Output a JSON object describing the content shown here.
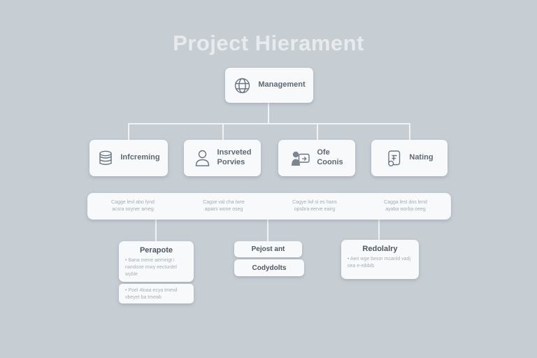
{
  "colors": {
    "background": "#c6cdd3",
    "card": "#f8f9fa",
    "text_primary": "#5d6873",
    "text_heading": "#4c5761",
    "text_muted": "#a3acb5",
    "connector": "#f0f2f4",
    "title": "#e8ebed",
    "icon_stroke": "#6a7580"
  },
  "title": "Project Hierament",
  "chart": {
    "root": {
      "label": "Management",
      "icon": "globe-icon"
    },
    "level2": [
      {
        "line1": "Infcreming",
        "line2": "",
        "icon": "database-icon"
      },
      {
        "line1": "Insrveted",
        "line2": "Porvies",
        "icon": "user-icon"
      },
      {
        "line1": "Ofe",
        "line2": "Coonis",
        "icon": "presenter-icon"
      },
      {
        "line1": "Nating",
        "line2": "",
        "icon": "document-icon"
      }
    ],
    "summary_band": [
      {
        "line1": "Cagge levl abo fynd",
        "line2": "acsra soyner ameg"
      },
      {
        "line1": "Cagse val cha twre",
        "line2": "apairs wone oseg"
      },
      {
        "line1": "Cagye lwl si es hans",
        "line2": "opsbra eerve eairg"
      },
      {
        "line1": "Cagga lest dos lend",
        "line2": "ayaba worba oeeg"
      }
    ],
    "bottom": {
      "left_card": {
        "title": "Perapote",
        "bullet": "• Bana mene aemeigt i nandose mwy eecturdel wyble"
      },
      "left_note": {
        "bullet": "• Poel 4loaa ecya tmewl vbeyet ba tmeab"
      },
      "middle_boxes": [
        {
          "label": "Pejost ant"
        },
        {
          "label": "Codydolts"
        }
      ],
      "right_card": {
        "title": "Redolalry",
        "bullet": "• Aeri wge besor mcanld vadj sea e-eibbib"
      }
    }
  }
}
